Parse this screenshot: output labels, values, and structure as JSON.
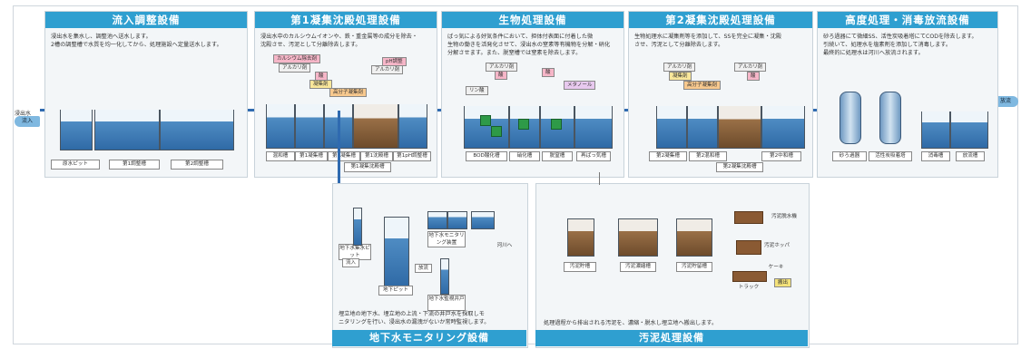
{
  "sections": {
    "inflow": {
      "title": "流入調整設備",
      "desc1": "浸出水を集水し、調整池へ送水します。",
      "desc2": "2槽の調整槽で水質を均一化してから、処理施設へ定量送水します。",
      "labels": [
        "原水ピット",
        "第1調整槽",
        "第2調整槽"
      ]
    },
    "coag1": {
      "title": "第1凝集沈殿処理設備",
      "desc1": "浸出水中のカルシウムイオンや、鉄・重金属等の成分を除去・",
      "desc2": "沈殿させ、汚泥として分離除去します。",
      "chemicals": [
        "カルシウム除去剤",
        "アルカリ剤",
        "酸",
        "凝集剤",
        "高分子凝集剤",
        "pH調整",
        "アルカリ剤"
      ],
      "labels": [
        "混和槽",
        "第1凝集槽",
        "第2凝集槽",
        "第1沈殿槽",
        "第1pH調整槽"
      ],
      "sub_label": "第1凝集沈殿槽"
    },
    "bio": {
      "title": "生物処理設備",
      "desc1": "ばっ気による好気条件において、担体付表面に付着した微",
      "desc2": "生物の働きを活発化させて、浸出水の窒素等有機物を分解・硝化",
      "desc3": "分解させます。また、脱窒槽では窒素を除去します。",
      "chemicals": [
        "アルカリ剤",
        "酸",
        "リン酸",
        "メタノール",
        "酸"
      ],
      "labels": [
        "BOD酸化槽",
        "硝化槽",
        "脱窒槽",
        "再ばっ気槽"
      ]
    },
    "coag2": {
      "title": "第2凝集沈殿処理設備",
      "desc1": "生物処理水に凝集剤等を添加して、SSを完全に凝集・沈殿",
      "desc2": "させ、汚泥として分離除去します。",
      "chemicals": [
        "アルカリ剤",
        "凝集剤",
        "高分子凝集剤",
        "アルカリ剤",
        "酸"
      ],
      "labels": [
        "第2凝集槽",
        "第2混和槽",
        "第2中和槽"
      ],
      "sub_label": "第2凝集沈殿槽"
    },
    "advanced": {
      "title": "高度処理・消毒放流設備",
      "desc1": "砂ろ過器にて微細SS、活性炭吸着塔にてCODを除去します。",
      "desc2": "引続いて、処理水を塩素剤を添加して消毒します。",
      "desc3": "最終的に処理水は河川へ放流されます。",
      "labels": [
        "砂ろ過器",
        "活性炭吸着塔",
        "消毒槽",
        "放流槽"
      ]
    },
    "groundwater": {
      "title": "地下水モニタリング設備",
      "desc1": "埋立地の地下水、埋立地の上流・下流の井戸水を採取しモ",
      "desc2": "ニタリングを行い、浸出水の漏洩がないか常時監視します。",
      "labels": [
        "地下水集水ピット",
        "地下ピット",
        "地下水モニタリング装置",
        "地下水監視井戸",
        "流入",
        "放流",
        "河川へ"
      ]
    },
    "sludge": {
      "title": "汚泥処理設備",
      "desc1": "処理過程から排出される汚泥を、濃縮・脱水し埋立地へ搬出します。",
      "labels": [
        "汚泥貯槽",
        "汚泥濃縮槽",
        "汚泥貯留槽",
        "汚泥脱水機",
        "汚泥ホッパ",
        "ケーキ",
        "搬出",
        "トラック"
      ]
    }
  },
  "flow": {
    "inlet_top": "浸出水",
    "inlet": "流入",
    "outlet": "放流"
  }
}
